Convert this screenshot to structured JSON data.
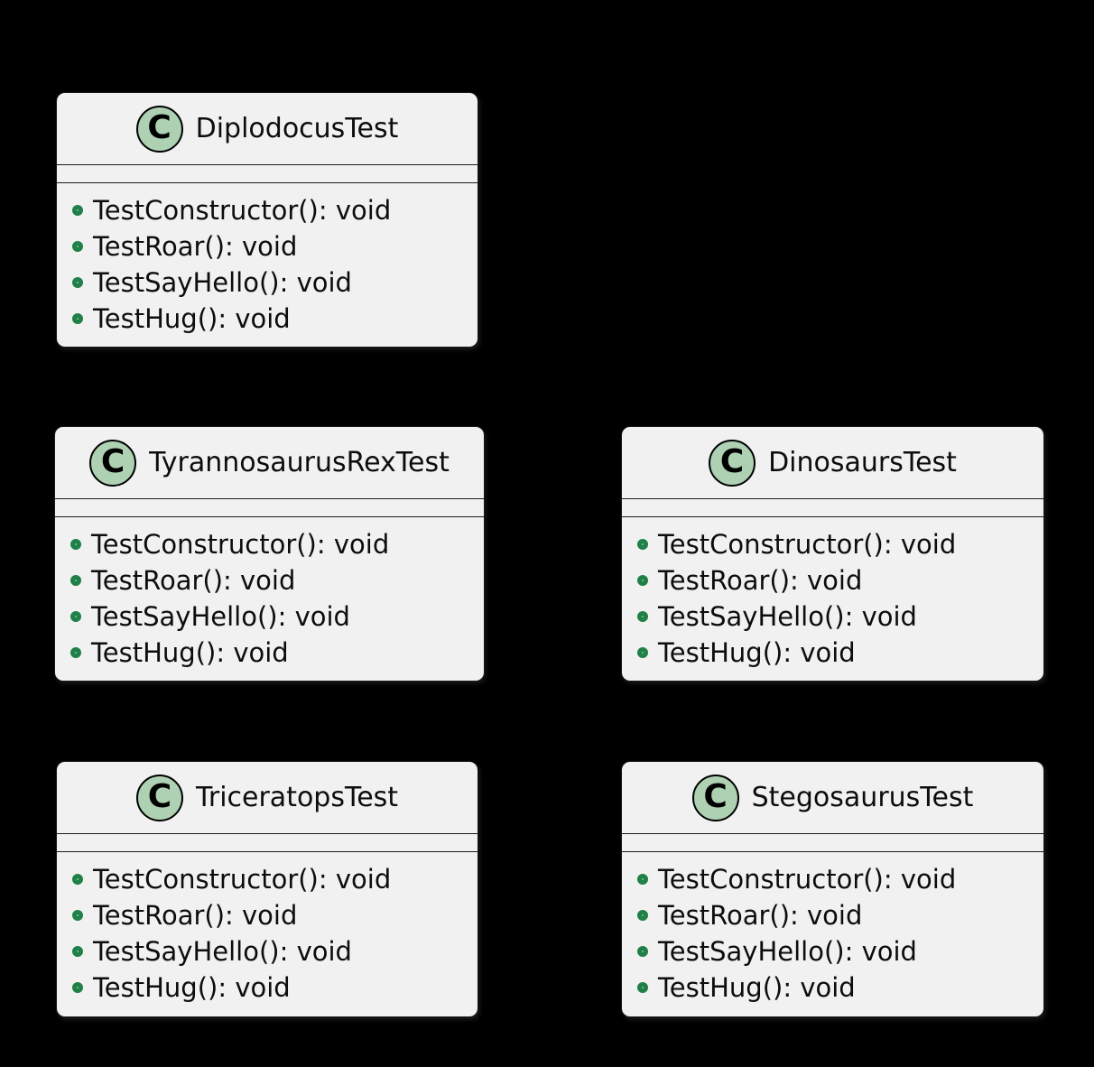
{
  "diagram": {
    "type": "uml-class-diagram",
    "background_color": "#000000",
    "box_fill_color": "#F1F1F1",
    "class_icon_fill_color": "#ADD1B2",
    "method_icon_ring_color": "#1F8048",
    "method_icon_fill_color": "#85C493",
    "classes": [
      {
        "name": "DiplodocusTest",
        "stereotype": "C",
        "fields": [],
        "methods": [
          "TestConstructor(): void",
          "TestRoar(): void",
          "TestSayHello(): void",
          "TestHug(): void"
        ]
      },
      {
        "name": "TyrannosaurusRexTest",
        "stereotype": "C",
        "fields": [],
        "methods": [
          "TestConstructor(): void",
          "TestRoar(): void",
          "TestSayHello(): void",
          "TestHug(): void"
        ]
      },
      {
        "name": "DinosaursTest",
        "stereotype": "C",
        "fields": [],
        "methods": [
          "TestConstructor(): void",
          "TestRoar(): void",
          "TestSayHello(): void",
          "TestHug(): void"
        ]
      },
      {
        "name": "TriceratopsTest",
        "stereotype": "C",
        "fields": [],
        "methods": [
          "TestConstructor(): void",
          "TestRoar(): void",
          "TestSayHello(): void",
          "TestHug(): void"
        ]
      },
      {
        "name": "StegosaurusTest",
        "stereotype": "C",
        "fields": [],
        "methods": [
          "TestConstructor(): void",
          "TestRoar(): void",
          "TestSayHello(): void",
          "TestHug(): void"
        ]
      }
    ]
  }
}
